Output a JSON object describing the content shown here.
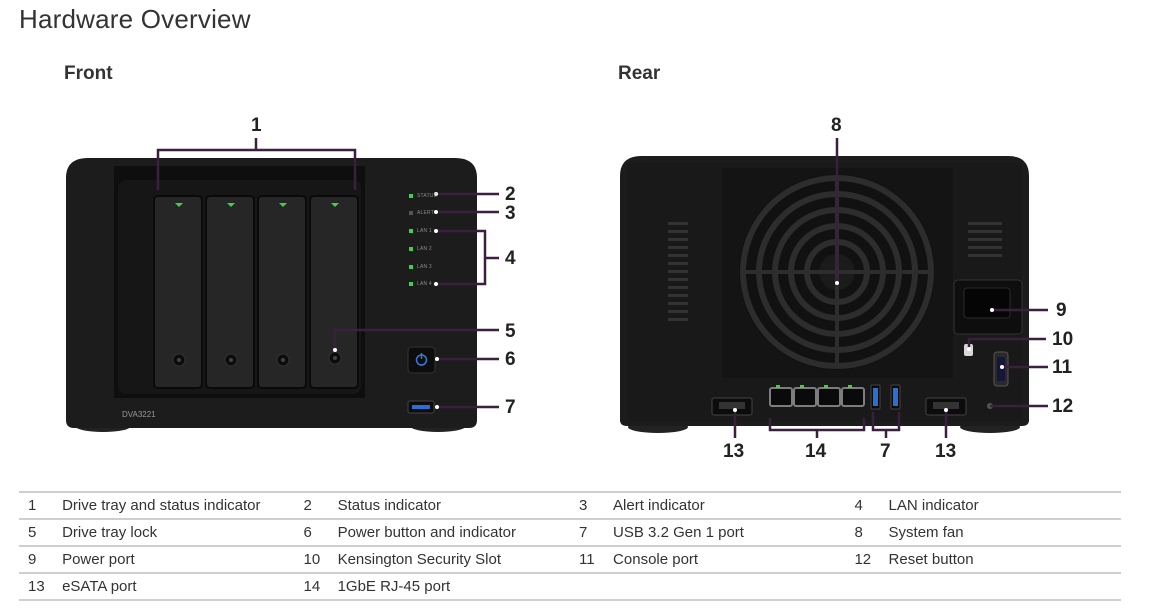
{
  "page_title": "Hardware Overview",
  "sections": {
    "front": "Front",
    "rear": "Rear"
  },
  "device": {
    "model": "DVA3221",
    "led_labels": [
      "STATUS",
      "ALERT",
      "LAN 1",
      "LAN 2",
      "LAN 3",
      "LAN 4"
    ]
  },
  "front_callouts": [
    "1",
    "2",
    "3",
    "4",
    "5",
    "6",
    "7"
  ],
  "rear_callouts": [
    "8",
    "9",
    "10",
    "11",
    "12",
    "13",
    "14",
    "7",
    "13"
  ],
  "legend": [
    [
      {
        "n": "1",
        "t": "Drive tray and status indicator"
      },
      {
        "n": "2",
        "t": "Status indicator"
      },
      {
        "n": "3",
        "t": "Alert indicator"
      },
      {
        "n": "4",
        "t": "LAN indicator"
      }
    ],
    [
      {
        "n": "5",
        "t": "Drive tray lock"
      },
      {
        "n": "6",
        "t": "Power button and indicator"
      },
      {
        "n": "7",
        "t": "USB 3.2 Gen 1 port"
      },
      {
        "n": "8",
        "t": "System fan"
      }
    ],
    [
      {
        "n": "9",
        "t": "Power port"
      },
      {
        "n": "10",
        "t": "Kensington Security Slot"
      },
      {
        "n": "11",
        "t": "Console port"
      },
      {
        "n": "12",
        "t": "Reset button"
      }
    ],
    [
      {
        "n": "13",
        "t": "eSATA port"
      },
      {
        "n": "14",
        "t": "1GbE RJ-45 port"
      },
      {
        "n": "",
        "t": ""
      },
      {
        "n": "",
        "t": ""
      }
    ]
  ],
  "colors": {
    "device_body": "#1c1c1c",
    "callout_line": "#3a1f3f",
    "led_green": "#3cd24a",
    "usb_blue": "#2a6fd8",
    "rule": "#cfcfcf"
  }
}
